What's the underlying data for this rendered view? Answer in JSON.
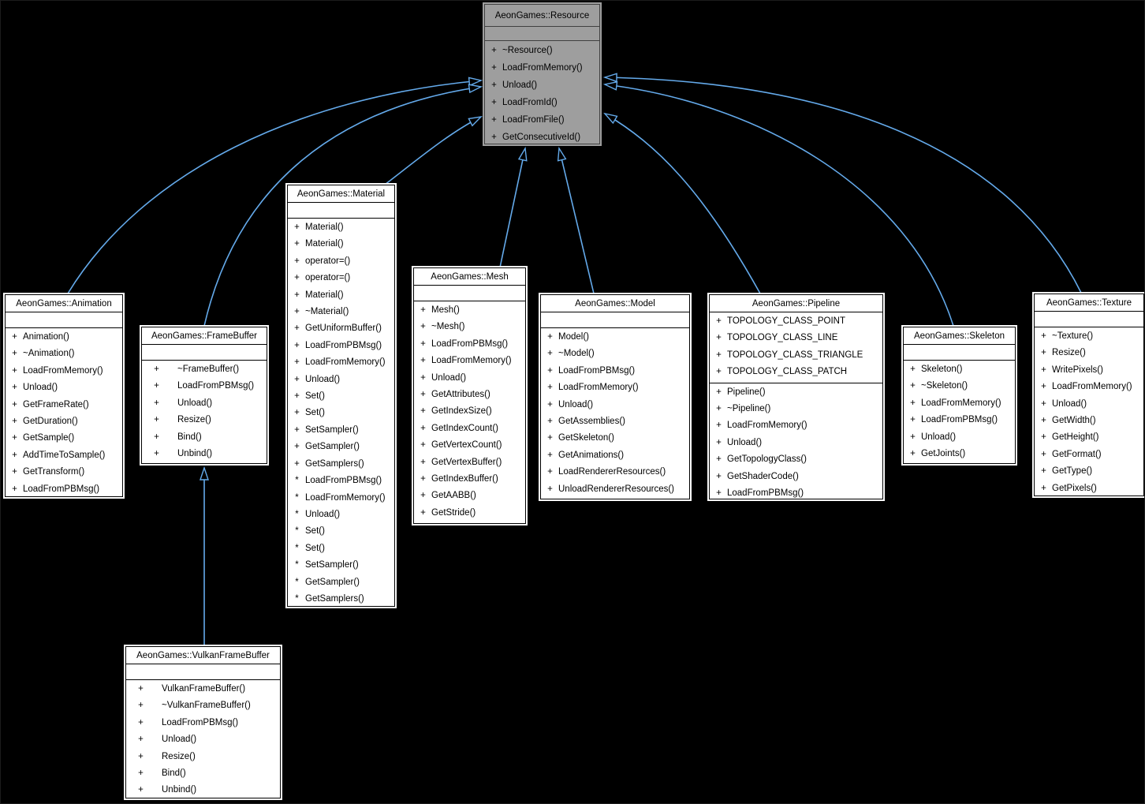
{
  "diagram_type": "uml-class-inheritance",
  "colors": {
    "background": "#000000",
    "node_fill": "#ffffff",
    "node_border": "#000000",
    "node_outline": "#ffffff",
    "highlight_fill": "#9e9e9e",
    "highlight_border": "#404040",
    "edge": "#64aaeb",
    "text": "#000000"
  },
  "classes": {
    "resource": {
      "title": "AeonGames::Resource",
      "members": [
        "+ ~Resource()",
        "+ LoadFromMemory()",
        "+ Unload()",
        "+ LoadFromId()",
        "+ LoadFromFile()",
        "+ GetConsecutiveId()"
      ]
    },
    "animation": {
      "title": "AeonGames::Animation",
      "members": [
        "+ Animation()",
        "+ ~Animation()",
        "+ LoadFromMemory()",
        "+ Unload()",
        "+ GetFrameRate()",
        "+ GetDuration()",
        "+ GetSample()",
        "+ AddTimeToSample()",
        "+ GetTransform()",
        "+ LoadFromPBMsg()"
      ]
    },
    "framebuffer": {
      "title": "AeonGames::FrameBuffer",
      "members": [
        "+ ~FrameBuffer()",
        "+ LoadFromPBMsg()",
        "+ Unload()",
        "+ Resize()",
        "+ Bind()",
        "+ Unbind()"
      ]
    },
    "material": {
      "title": "AeonGames::Material",
      "members": [
        "+ Material()",
        "+ Material()",
        "+ operator=()",
        "+ operator=()",
        "+ Material()",
        "+ ~Material()",
        "+ GetUniformBuffer()",
        "+ LoadFromPBMsg()",
        "+ LoadFromMemory()",
        "+ Unload()",
        "+ Set()",
        "+ Set()",
        "+ SetSampler()",
        "+ GetSampler()",
        "+ GetSamplers()",
        "* LoadFromPBMsg()",
        "* LoadFromMemory()",
        "* Unload()",
        "* Set()",
        "* Set()",
        "* SetSampler()",
        "* GetSampler()",
        "* GetSamplers()"
      ]
    },
    "mesh": {
      "title": "AeonGames::Mesh",
      "members": [
        "+ Mesh()",
        "+ ~Mesh()",
        "+ LoadFromPBMsg()",
        "+ LoadFromMemory()",
        "+ Unload()",
        "+ GetAttributes()",
        "+ GetIndexSize()",
        "+ GetIndexCount()",
        "+ GetVertexCount()",
        "+ GetVertexBuffer()",
        "+ GetIndexBuffer()",
        "+ GetAABB()",
        "+ GetStride()"
      ]
    },
    "model": {
      "title": "AeonGames::Model",
      "members": [
        "+ Model()",
        "+ ~Model()",
        "+ LoadFromPBMsg()",
        "+ LoadFromMemory()",
        "+ Unload()",
        "+ GetAssemblies()",
        "+ GetSkeleton()",
        "+ GetAnimations()",
        "+ LoadRendererResources()",
        "+ UnloadRendererResources()"
      ]
    },
    "pipeline": {
      "title": "AeonGames::Pipeline",
      "attributes": [
        "+ TOPOLOGY_CLASS_POINT",
        "+ TOPOLOGY_CLASS_LINE",
        "+ TOPOLOGY_CLASS_TRIANGLE",
        "+ TOPOLOGY_CLASS_PATCH"
      ],
      "members": [
        "+ Pipeline()",
        "+ ~Pipeline()",
        "+ LoadFromMemory()",
        "+ Unload()",
        "+ GetTopologyClass()",
        "+ GetShaderCode()",
        "+ LoadFromPBMsg()"
      ]
    },
    "skeleton": {
      "title": "AeonGames::Skeleton",
      "members": [
        "+ Skeleton()",
        "+ ~Skeleton()",
        "+ LoadFromMemory()",
        "+ LoadFromPBMsg()",
        "+ Unload()",
        "+ GetJoints()"
      ]
    },
    "texture": {
      "title": "AeonGames::Texture",
      "members": [
        "+ ~Texture()",
        "+ Resize()",
        "+ WritePixels()",
        "+ LoadFromMemory()",
        "+ Unload()",
        "+ GetWidth()",
        "+ GetHeight()",
        "+ GetFormat()",
        "+ GetType()",
        "+ GetPixels()"
      ]
    },
    "vulkanframebuffer": {
      "title": "AeonGames::VulkanFrameBuffer",
      "members": [
        "+ VulkanFrameBuffer()",
        "+ ~VulkanFrameBuffer()",
        "+ LoadFromPBMsg()",
        "+ Unload()",
        "+ Resize()",
        "+ Bind()",
        "+ Unbind()"
      ]
    }
  },
  "edges": [
    {
      "from": "AeonGames::Animation",
      "to": "AeonGames::Resource",
      "relation": "inheritance"
    },
    {
      "from": "AeonGames::FrameBuffer",
      "to": "AeonGames::Resource",
      "relation": "inheritance"
    },
    {
      "from": "AeonGames::Material",
      "to": "AeonGames::Resource",
      "relation": "inheritance"
    },
    {
      "from": "AeonGames::Mesh",
      "to": "AeonGames::Resource",
      "relation": "inheritance"
    },
    {
      "from": "AeonGames::Model",
      "to": "AeonGames::Resource",
      "relation": "inheritance"
    },
    {
      "from": "AeonGames::Pipeline",
      "to": "AeonGames::Resource",
      "relation": "inheritance"
    },
    {
      "from": "AeonGames::Skeleton",
      "to": "AeonGames::Resource",
      "relation": "inheritance"
    },
    {
      "from": "AeonGames::Texture",
      "to": "AeonGames::Resource",
      "relation": "inheritance"
    },
    {
      "from": "AeonGames::VulkanFrameBuffer",
      "to": "AeonGames::FrameBuffer",
      "relation": "inheritance"
    }
  ]
}
